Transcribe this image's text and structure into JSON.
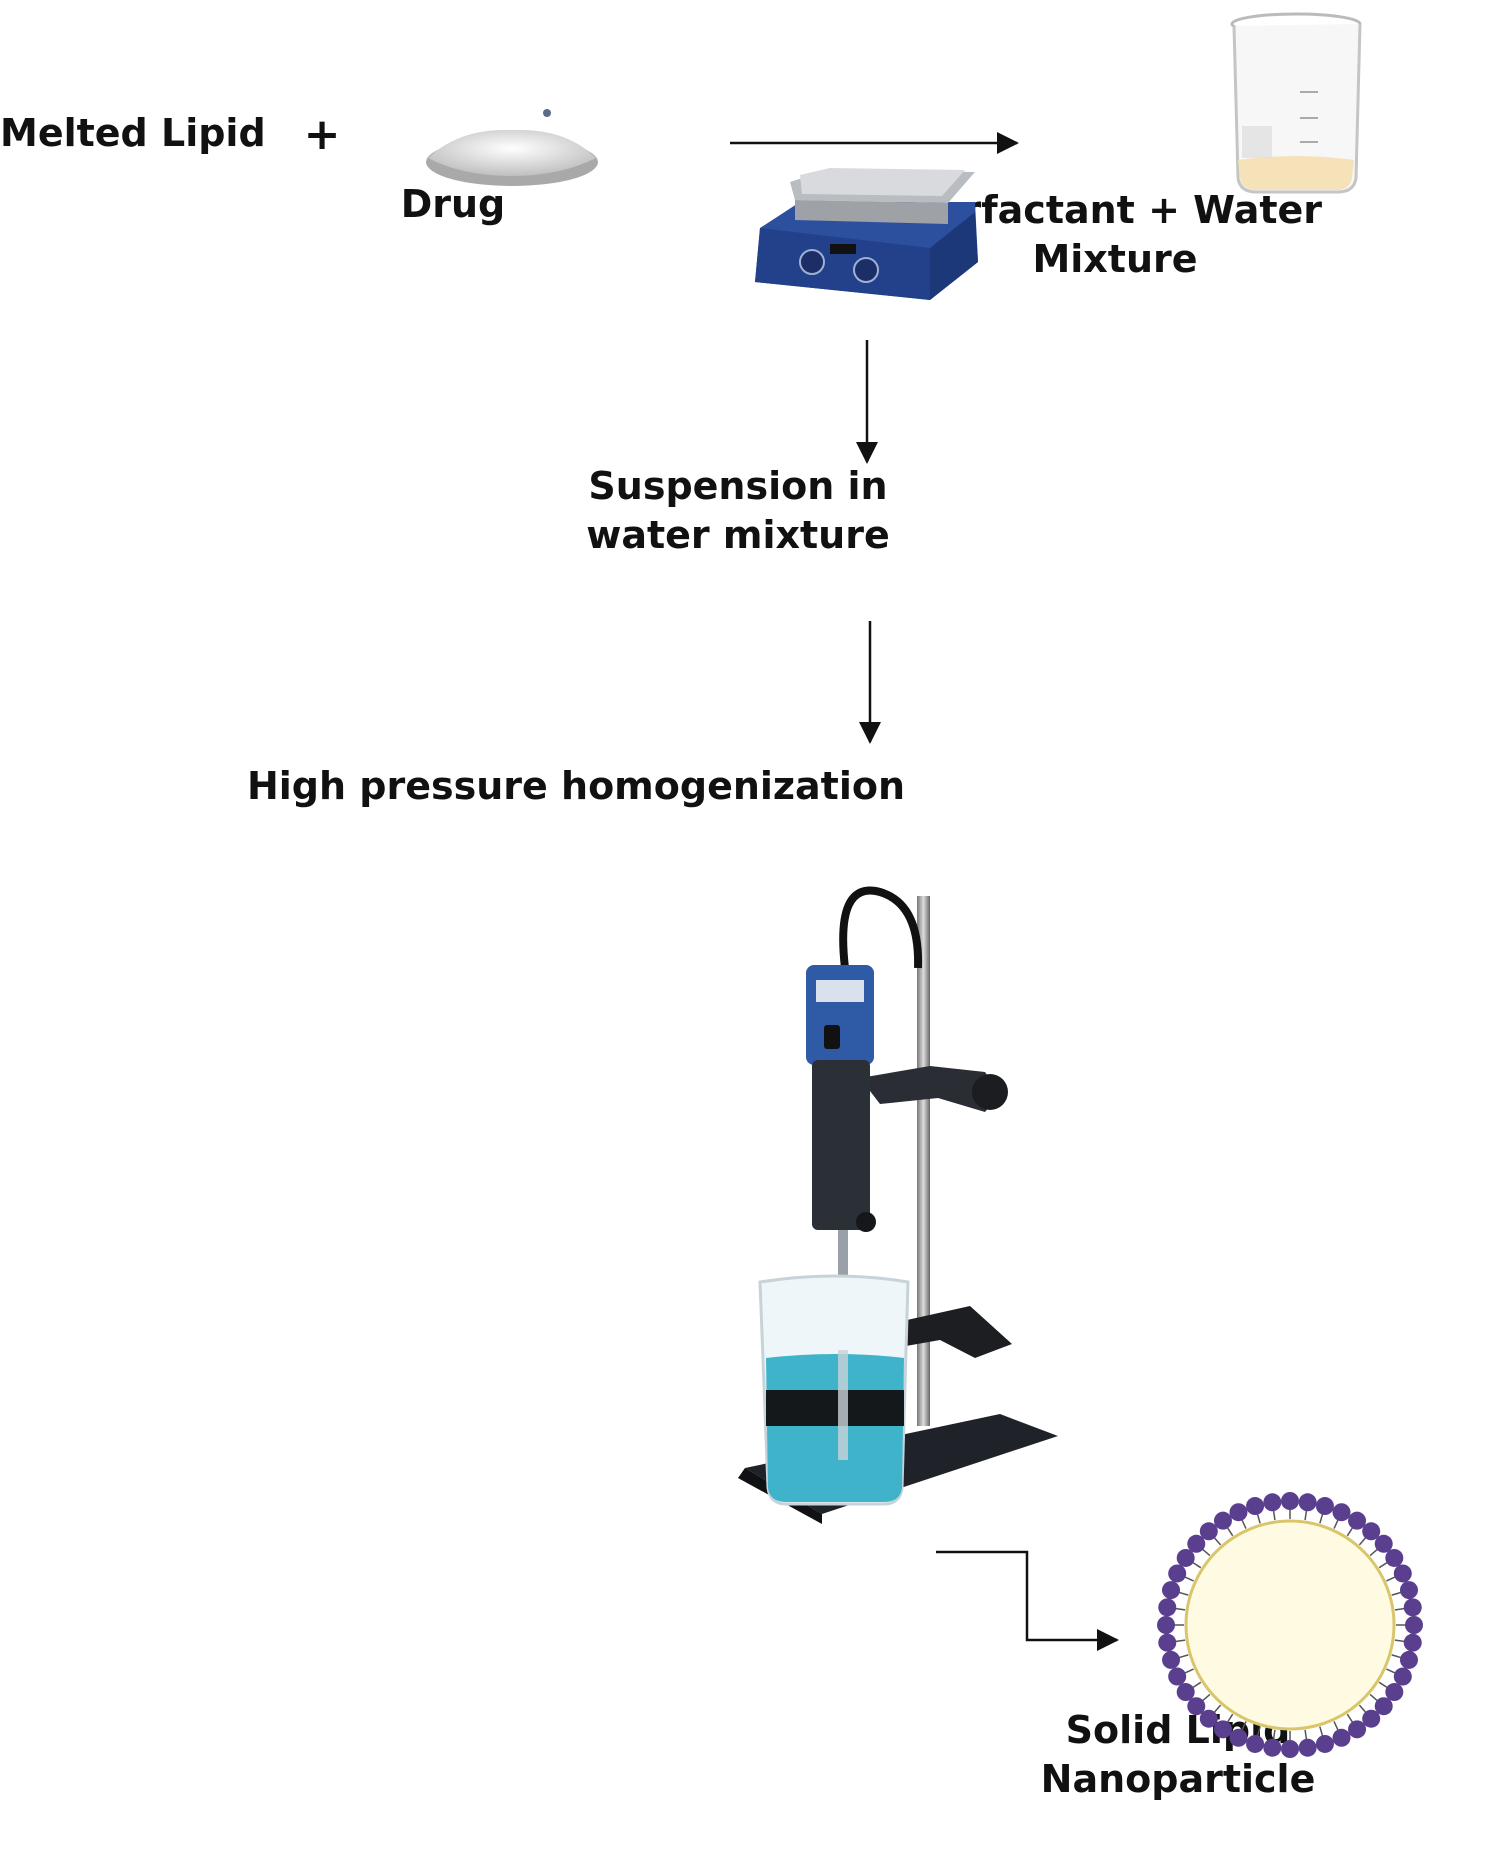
{
  "labels": {
    "melted_lipid": "Melted Lipid",
    "plus": "+",
    "drug": "Drug",
    "surfactant_line1": "Surfactant + Water",
    "surfactant_line2": "Mixture",
    "suspension_line1": "Suspension in",
    "suspension_line2": "water mixture",
    "homogenization": "High pressure homogenization",
    "sln_line1": "Solid Lipid",
    "sln_line2": "Nanoparticle"
  },
  "colors": {
    "hotplate_blue": "#2c4f9e",
    "beaker_liquid": "#3fb3c9",
    "phospholipid_head": "#5b3f8f",
    "nanoparticle_core": "#fffbe3"
  }
}
